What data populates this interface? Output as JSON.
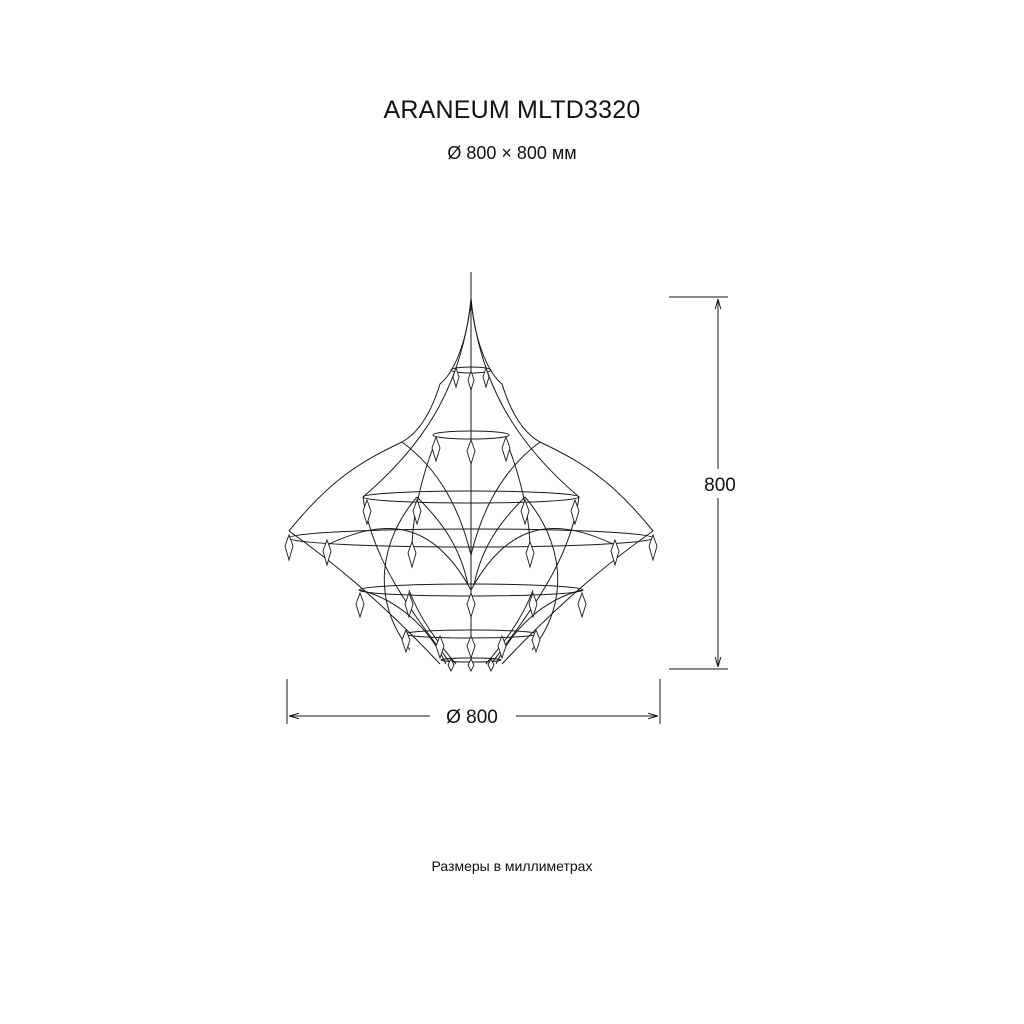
{
  "header": {
    "title": "ARANEUM MLTD3320",
    "subtitle": "Ø 800 × 800 мм"
  },
  "dimensions": {
    "height_label": "800",
    "diameter_label": "Ø 800"
  },
  "footer": {
    "note": "Размеры в миллиметрах"
  },
  "colors": {
    "line": "#1a1a1a",
    "background": "#ffffff"
  }
}
